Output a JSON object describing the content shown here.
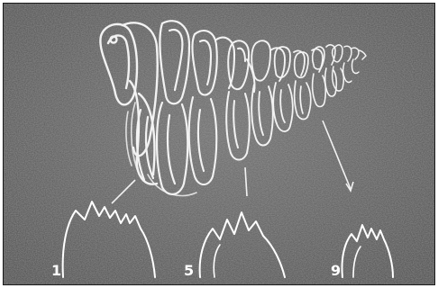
{
  "figure": {
    "labels": {
      "tooth_1": "1",
      "tooth_5": "5",
      "tooth_9": "9"
    },
    "colors": {
      "background": "#5a5a5a",
      "drawing": "#ffffff"
    }
  }
}
